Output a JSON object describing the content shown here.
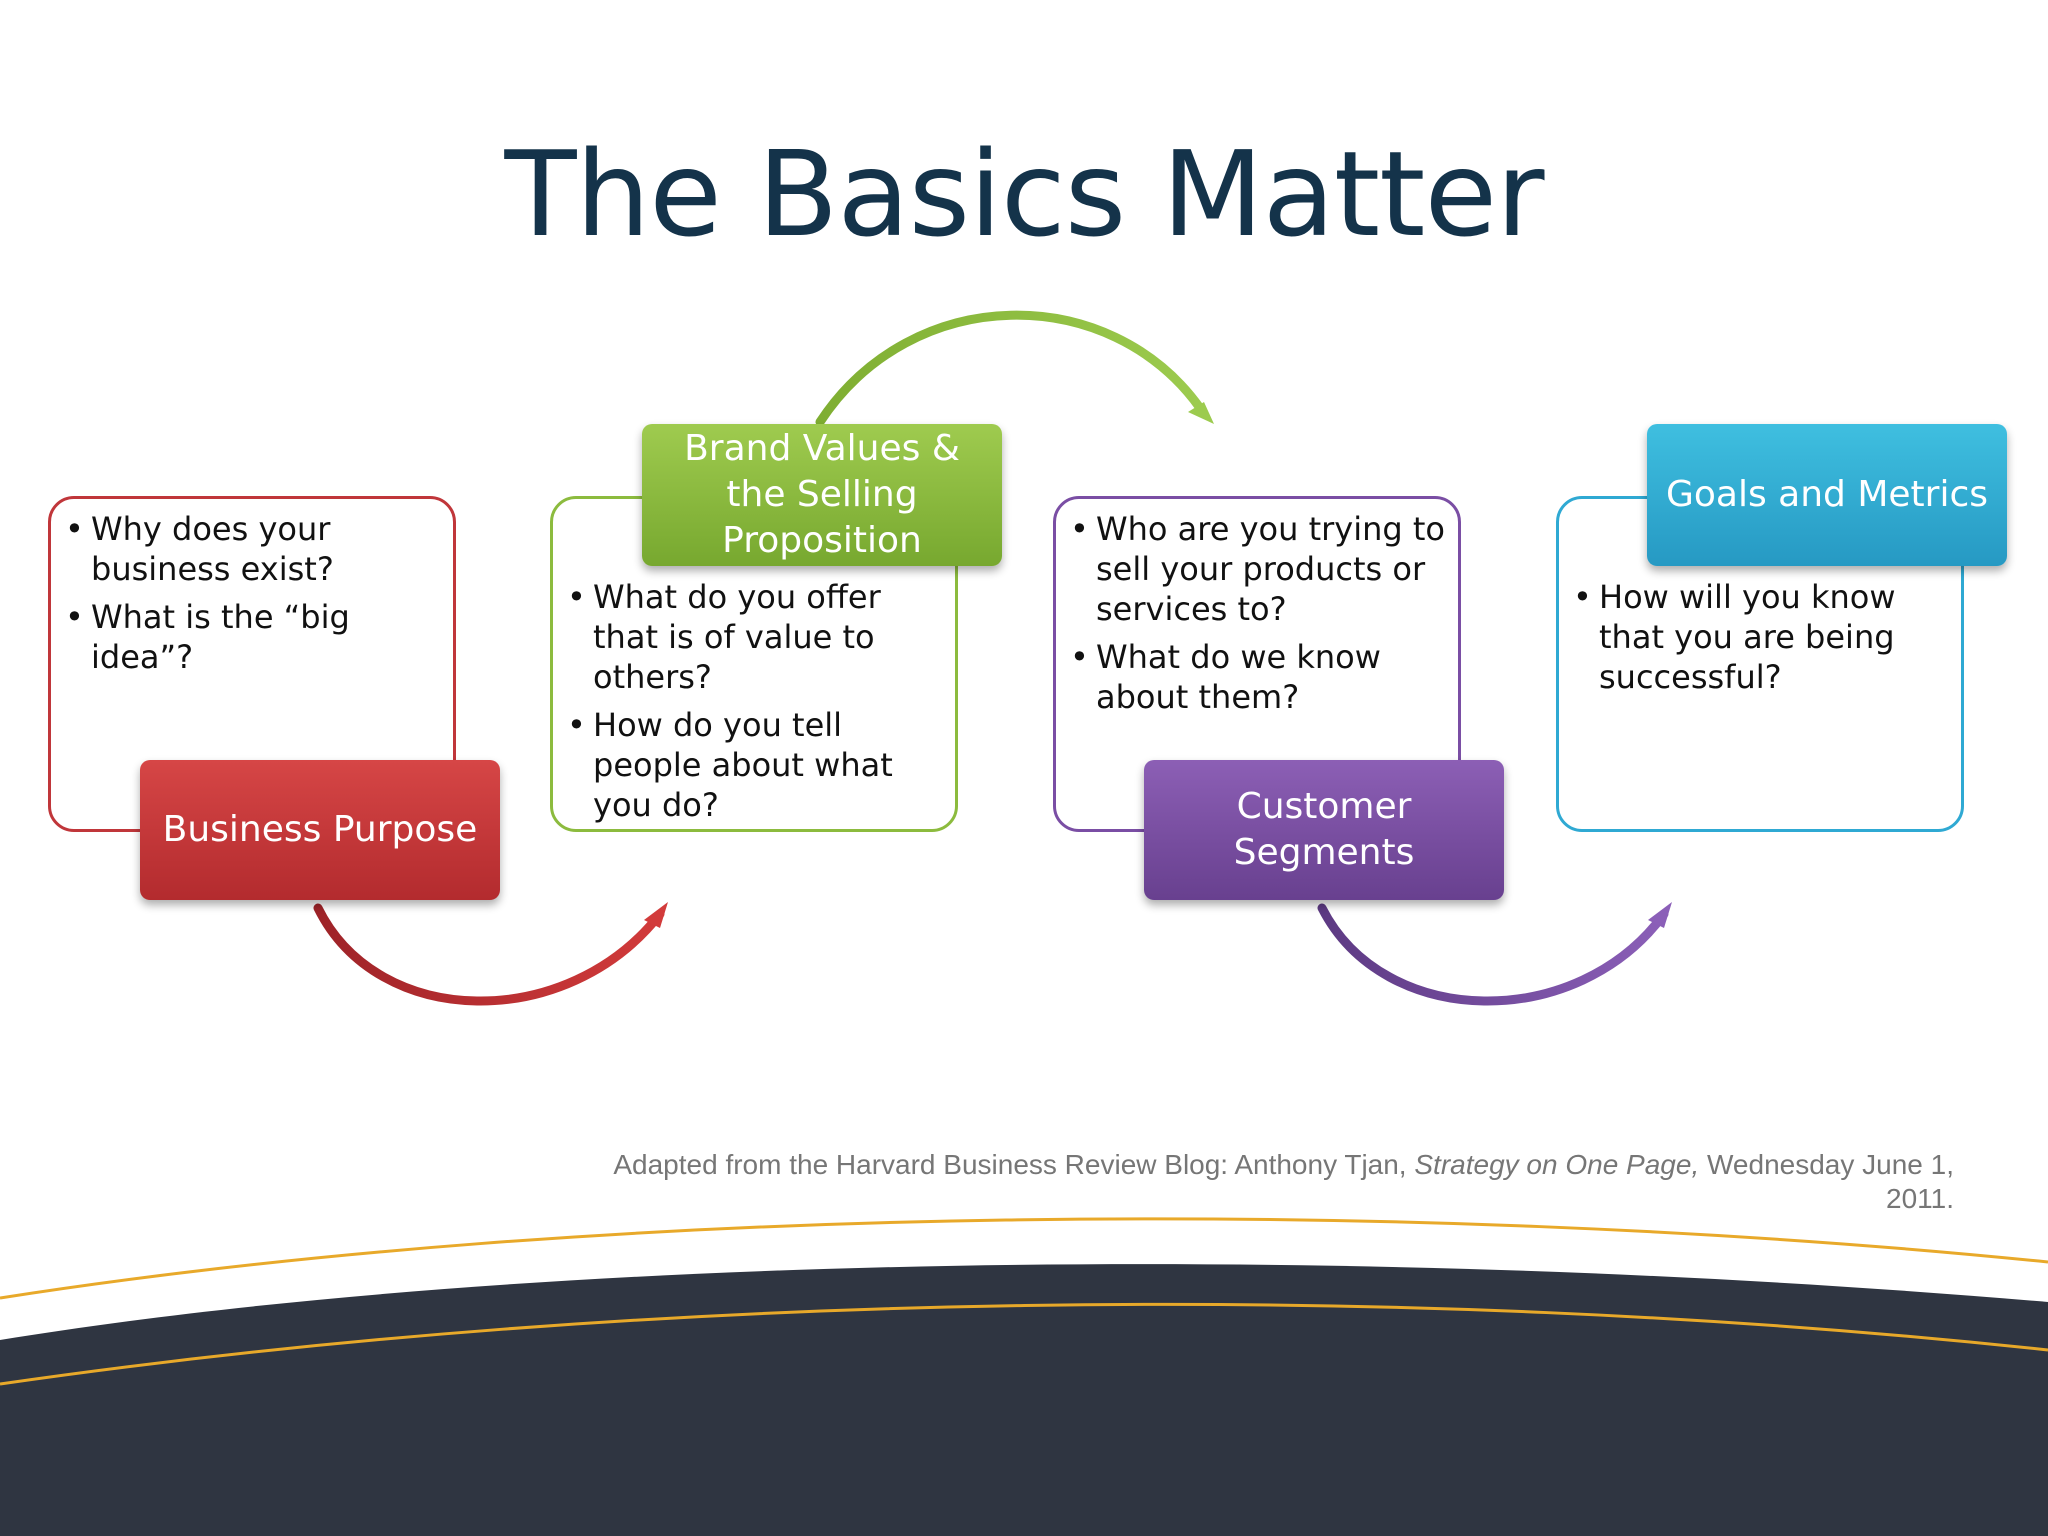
{
  "slide": {
    "title": "The Basics Matter"
  },
  "steps": [
    {
      "label": "Business Purpose",
      "bullets": [
        "Why does your business exist?",
        "What is the “big idea”?"
      ],
      "color": "#c0363a"
    },
    {
      "label": "Brand Values & the Selling Proposition",
      "bullets": [
        "What do you offer that is of value to others?",
        "How do you tell people about what you do?"
      ],
      "color": "#8cbb3e"
    },
    {
      "label": "Customer Segments",
      "bullets": [
        "Who are you trying to sell your products or services to?",
        "What do we know about them?"
      ],
      "color": "#7a4ea4"
    },
    {
      "label": "Goals and Metrics",
      "bullets": [
        "How will you know that you are being successful?"
      ],
      "color": "#2fa9d3"
    }
  ],
  "citation": {
    "prefix": "Adapted from the Harvard Business Review Blog: Anthony Tjan, ",
    "title": "Strategy on One Page,",
    "suffix": " Wednesday June 1, 2011."
  },
  "colors": {
    "title": "#14334a",
    "footer_band": "#2f3541",
    "footer_accent": "#e8a92a"
  }
}
